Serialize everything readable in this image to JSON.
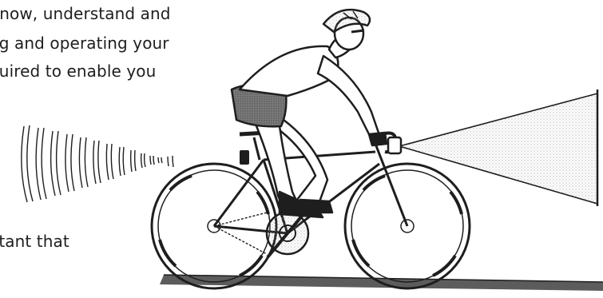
{
  "document": {
    "text_lines": [
      "Know, understand and",
      "ng and operating your",
      "quired to enable you",
      "rtant that"
    ]
  },
  "illustration": {
    "subject": "cyclist riding a road bike with a rear flashing light and a front headlight beam",
    "colors": {
      "ink": "#1e1e1e",
      "road": "#5c5c5c",
      "shading": "#8a8a8a",
      "light_beam": "#d6d6d6"
    }
  }
}
